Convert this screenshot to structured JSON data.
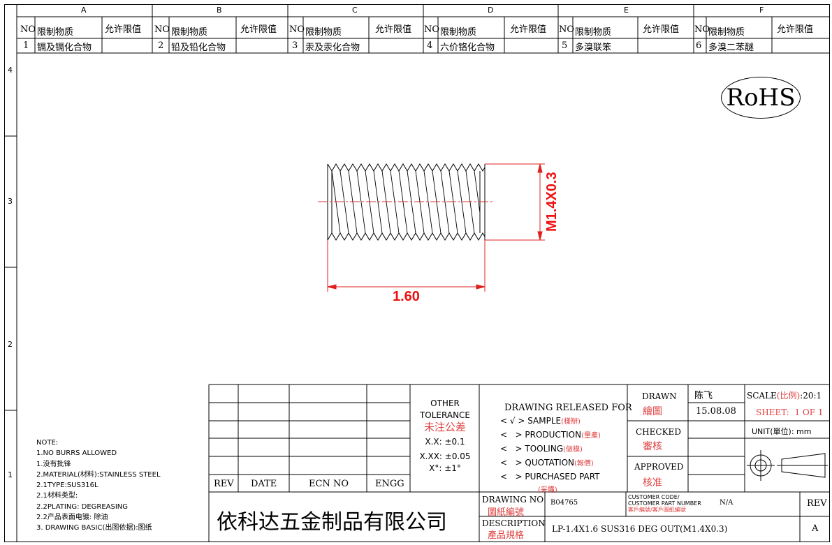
{
  "zones": {
    "cols": [
      "A",
      "B",
      "C",
      "D",
      "E",
      "F"
    ],
    "rows": [
      "4",
      "3",
      "2",
      "1"
    ]
  },
  "rohs_table": {
    "no_header": "NO",
    "substance_header": "限制物质",
    "limit_header": "允许限值",
    "rows": [
      {
        "no": "1",
        "substance": "镉及镉化合物"
      },
      {
        "no": "2",
        "substance": "铅及铅化合物"
      },
      {
        "no": "3",
        "substance": "汞及汞化合物"
      },
      {
        "no": "4",
        "substance": "六价铬化合物"
      },
      {
        "no": "5",
        "substance": "多溴联笨"
      },
      {
        "no": "6",
        "substance": "多溴二苯醚"
      }
    ]
  },
  "rohs_logo": "RoHS",
  "drawing": {
    "thread_label": "M1.4X0.3",
    "length_label": "1.60",
    "dim_color": "#ee1111"
  },
  "notes": [
    "NOTE:",
    "1.NO BURRS ALLOWED",
    "1.没有批锋",
    "2.MATERIAL(材料):STAINLESS STEEL",
    "2.1TYPE:SUS316L",
    "2.1材料类型:",
    "2.2PLATING: DEGREASING",
    "2.2产品表面电镀: 除油",
    "3. DRAWING BASIC(出图依据):图纸"
  ],
  "revision_table": {
    "rev": "REV",
    "date": "DATE",
    "ecn": "ECN NO",
    "engg": "ENGG"
  },
  "tolerance": {
    "title1": "OTHER",
    "title2": "TOLERANCE",
    "title_cn": "未注公差",
    "xx": "X.X: ±0.1",
    "xxx": "X.XX: ±0.05",
    "angle": "X°: ±1°"
  },
  "release": {
    "title": "DRAWING RELEASED FOR",
    "items": [
      {
        "mark": "< √ >",
        "en": "SAMPLE",
        "cn": "(樣辦)"
      },
      {
        "mark": "<   >",
        "en": "PRODUCTION",
        "cn": "(量產)"
      },
      {
        "mark": "<   >",
        "en": "TOOLING",
        "cn": "(做模)"
      },
      {
        "mark": "<   >",
        "en": "QUOTATION",
        "cn": "(報價)"
      },
      {
        "mark": "<   >",
        "en": "PURCHASED PART",
        "cn": "(采購)"
      }
    ]
  },
  "signoff": {
    "drawn": "DRAWN",
    "drawn_cn": "繪圖",
    "drawn_name": "陈飞",
    "drawn_date": "15.08.08",
    "checked": "CHECKED",
    "checked_cn": "審核",
    "approved": "APPROVED",
    "approved_cn": "核准"
  },
  "scale": {
    "label": "SCALE",
    "label_cn": "(比例)",
    "value": ":20:1"
  },
  "sheet": "SHEET:  1 OF 1",
  "unit": {
    "label": "UNIT(",
    "label_cn": "單位",
    "value": "): mm"
  },
  "company": "依科达五金制品有限公司",
  "drawing_no": {
    "label": "DRAWING NO",
    "label_cn": "圖紙編號",
    "value": "B04765"
  },
  "customer": {
    "label1": "CUSTOMER CODE/",
    "label2": "CUSTOMER PART NUMBER",
    "label_cn": "客戶編號/客戶圖紙編號",
    "value": "N/A"
  },
  "rev_box": {
    "label": "REV",
    "value": "A"
  },
  "description": {
    "label": "DESCRIPTION",
    "label_cn": "產品規格",
    "value": "LP-1.4X1.6 SUS316 DEG OUT(M1.4X0.3)"
  }
}
